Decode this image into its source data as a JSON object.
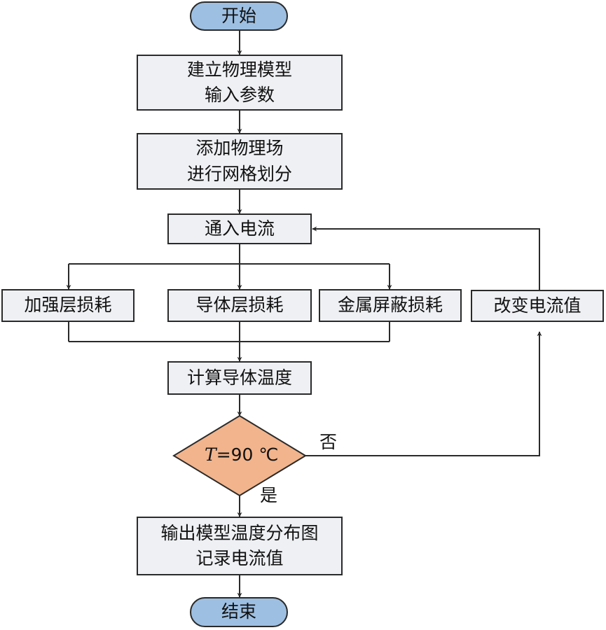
{
  "start": "开始",
  "step1": {
    "line1": "建立物理模型",
    "line2": "输入参数"
  },
  "step2": {
    "line1": "添加物理场",
    "line2": "进行网格划分"
  },
  "current_in": "通入电流",
  "loss_reinforce": "加强层损耗",
  "loss_conductor": "导体层损耗",
  "loss_shield": "金属屏蔽损耗",
  "change_current": "改变电流值",
  "calc_temp": "计算导体温度",
  "decision": {
    "var": "T",
    "condition": "=90 ℃"
  },
  "no_label": "否",
  "yes_label": "是",
  "output": {
    "line1": "输出模型温度分布图",
    "line2": "记录电流值"
  },
  "end": "结束",
  "colors": {
    "terminal": "#9dbfe2",
    "process": "#eef0f3",
    "decision": "#f2b48c",
    "line": "#2a2a2a"
  }
}
